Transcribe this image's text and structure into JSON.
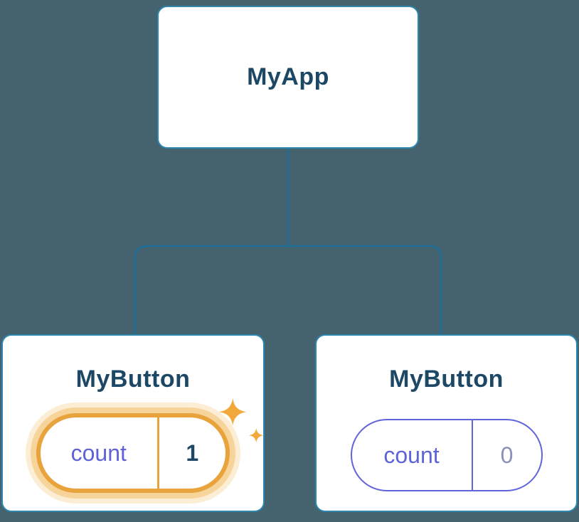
{
  "diagram": {
    "type": "component-state-tree",
    "root": {
      "label": "MyApp"
    },
    "children": [
      {
        "label": "MyButton",
        "state": {
          "name": "count",
          "value": "1"
        },
        "highlighted": true
      },
      {
        "label": "MyButton",
        "state": {
          "name": "count",
          "value": "0"
        },
        "highlighted": false
      }
    ]
  },
  "colors": {
    "background": "#45636F",
    "node_fill": "#ffffff",
    "node_border": "#2E86AE",
    "connector": "#1E6E98",
    "label_text": "#1C4765",
    "state_name_text": "#5E63D8",
    "state_value_active_text": "#1C4765",
    "state_value_inactive_text": "#8A90B8",
    "pill_border_active": "#E8A33D",
    "pill_glow": "#F7D396",
    "pill_border_inactive": "#6065D9",
    "sparkle": "#F2A93B"
  }
}
